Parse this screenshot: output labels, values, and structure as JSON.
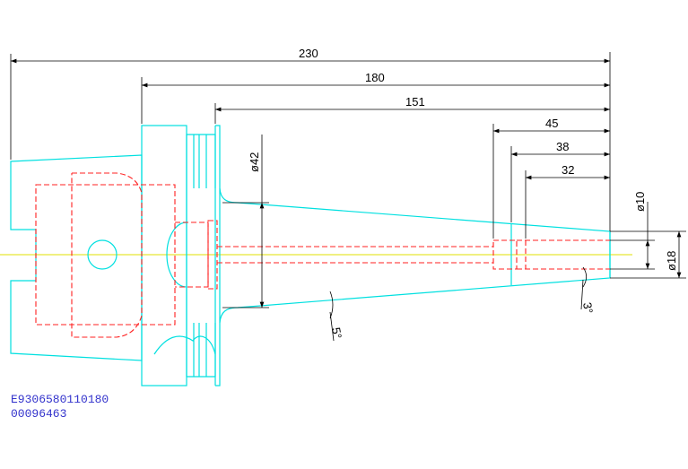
{
  "drawing": {
    "dimensions": {
      "overall_length": "230",
      "flange_length": "180",
      "taper_length": "151",
      "bore_depth_45": "45",
      "bore_depth_38": "38",
      "bore_depth_32": "32",
      "taper_diameter": "ø42",
      "bore_diameter": "ø10",
      "tip_diameter": "ø18",
      "taper_angle_large": "5°",
      "taper_angle_small": "3°"
    },
    "identifiers": {
      "part_number": "E9306580110180",
      "code": "00096463"
    },
    "colors": {
      "outline": "#00e0e0",
      "hidden_lines": "#ff2020",
      "centerline": "#e0e000",
      "dimensions": "#000000",
      "label_text": "#3333cc"
    }
  }
}
